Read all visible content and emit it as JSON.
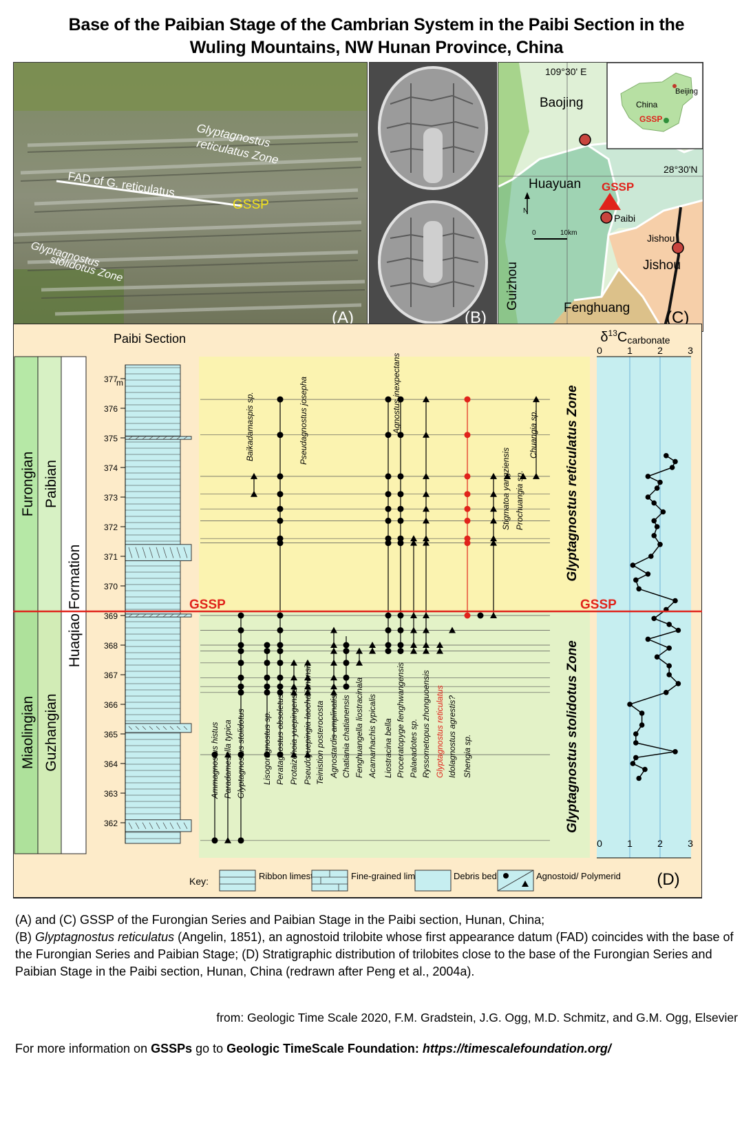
{
  "title": {
    "line1": "Base of the Paibian Stage of the Cambrian System in the Paibi Section in the",
    "line2": "Wuling Mountains, NW Hunan Province, China"
  },
  "panel_a": {
    "tag": "(A)",
    "label_upper_zone_1": "Glyptagnostus",
    "label_upper_zone_2": "reticulatus Zone",
    "label_fad": "FAD of G. reticulatus",
    "label_gssp": "GSSP",
    "label_lower_zone_1": "Glyptagnostus",
    "label_lower_zone_2": "stolidotus Zone"
  },
  "panel_b": {
    "tag": "(B)"
  },
  "panel_c": {
    "tag": "(C)",
    "lon": "109°30' E",
    "lat": "28°30'N",
    "regions": [
      "Baojing",
      "Huayuan",
      "Jishou",
      "Guizhou",
      "Fenghuang"
    ],
    "towns": [
      "Paibi",
      "Jishou"
    ],
    "gssp": "GSSP",
    "north": "N",
    "scale_0": "0",
    "scale_10": "10km",
    "inset_china": "China",
    "inset_beijing": "Beijing",
    "inset_gssp": "GSSP"
  },
  "panel_d": {
    "tag": "(D)",
    "section_title": "Paibi Section",
    "series_upper": "Furongian",
    "series_lower": "Miaolingian",
    "stage_upper": "Paibian",
    "stage_lower": "Guzhangian",
    "formation": "Huaqiao Formation",
    "meter_unit": "m",
    "depth_ticks": [
      "377",
      "376",
      "375",
      "374",
      "373",
      "372",
      "371",
      "370",
      "369",
      "368",
      "367",
      "366",
      "365",
      "364",
      "363",
      "362"
    ],
    "gssp_label": "GSSP",
    "zone_upper": "Glyptagnostus reticulatus Zone",
    "zone_lower": "Glyptagnostus stolidotus Zone",
    "isotope_title_prefix": "δ",
    "isotope_title_sup": "13",
    "isotope_title_main": "C",
    "isotope_title_sub": "carbonate",
    "isotope_ticks": [
      "0",
      "1",
      "2",
      "3"
    ],
    "taxa_lower": [
      "Ammagnostus histus",
      "Paradamesella typica",
      "Glyptagnostus stolidotus",
      "Lisogoragnostus sp.",
      "Peratagnostus obsoletus",
      "Protaizehoia yuepingensis",
      "Pseudoyuepingia laochatianensis",
      "Teinistion posterocosta",
      "Agnostardis amplinatis",
      "Chatiania chatianensis",
      "Fenghuangella liostracinala",
      "Acamarhachis typicalis",
      "Liostracina bella",
      "Proceratopyge fenghwangensis",
      "Palaeadotes sp.",
      "Ryssometopus zhonguoensis",
      "Glyptagnostus reticulatus",
      "Idolagnostus agrestis?",
      "Shengia sp."
    ],
    "taxa_upper": [
      "Baikadamaspis sp.",
      "Pseudagnostus josepha",
      "Agnostus inexpectans",
      "Stigmatoa yangziensis",
      "Prochuangia sp.",
      "Chuangia sp."
    ],
    "key_title": "Key:",
    "key_items": [
      "Ribbon limestone",
      "Fine-grained limestone",
      "Debris bed",
      "Agnostoid/ Polymerid"
    ],
    "isotope_data": [
      {
        "depth": 374.4,
        "d13c": 2.2
      },
      {
        "depth": 374.2,
        "d13c": 2.5
      },
      {
        "depth": 374.0,
        "d13c": 2.4
      },
      {
        "depth": 373.7,
        "d13c": 1.6
      },
      {
        "depth": 373.5,
        "d13c": 2.0
      },
      {
        "depth": 373.3,
        "d13c": 1.9
      },
      {
        "depth": 373.0,
        "d13c": 1.6
      },
      {
        "depth": 372.8,
        "d13c": 1.8
      },
      {
        "depth": 372.5,
        "d13c": 2.1
      },
      {
        "depth": 372.2,
        "d13c": 1.8
      },
      {
        "depth": 372.0,
        "d13c": 1.9
      },
      {
        "depth": 371.7,
        "d13c": 1.8
      },
      {
        "depth": 371.4,
        "d13c": 2.0
      },
      {
        "depth": 371.0,
        "d13c": 1.7
      },
      {
        "depth": 370.7,
        "d13c": 1.1
      },
      {
        "depth": 370.4,
        "d13c": 1.6
      },
      {
        "depth": 370.2,
        "d13c": 1.2
      },
      {
        "depth": 369.9,
        "d13c": 1.3
      },
      {
        "depth": 369.5,
        "d13c": 2.5
      },
      {
        "depth": 369.2,
        "d13c": 2.2
      },
      {
        "depth": 368.9,
        "d13c": 1.8
      },
      {
        "depth": 368.7,
        "d13c": 2.3
      },
      {
        "depth": 368.5,
        "d13c": 2.6
      },
      {
        "depth": 368.2,
        "d13c": 1.6
      },
      {
        "depth": 367.9,
        "d13c": 2.3
      },
      {
        "depth": 367.6,
        "d13c": 1.9
      },
      {
        "depth": 367.3,
        "d13c": 2.3
      },
      {
        "depth": 367.0,
        "d13c": 2.3
      },
      {
        "depth": 366.7,
        "d13c": 2.6
      },
      {
        "depth": 366.4,
        "d13c": 2.2
      },
      {
        "depth": 366.0,
        "d13c": 1.0
      },
      {
        "depth": 365.7,
        "d13c": 1.4
      },
      {
        "depth": 365.3,
        "d13c": 1.4
      },
      {
        "depth": 365.0,
        "d13c": 1.2
      },
      {
        "depth": 364.7,
        "d13c": 1.2
      },
      {
        "depth": 364.4,
        "d13c": 2.5
      },
      {
        "depth": 364.2,
        "d13c": 1.2
      },
      {
        "depth": 364.0,
        "d13c": 1.1
      },
      {
        "depth": 363.8,
        "d13c": 1.5
      },
      {
        "depth": 363.5,
        "d13c": 1.3
      }
    ]
  },
  "caption": {
    "line_a_c": "(A) and (C) GSSP of the Furongian Series and Paibian Stage in the Paibi section, Hunan, China;",
    "b_prefix": "(B) ",
    "b_species": "Glyptagnostus reticulatus",
    "b_rest": " (Angelin, 1851), an agnostoid trilobite whose first appearance datum (FAD) coincides with the base of the Furongian Series and Paibian Stage; (D) Stratigraphic distribution of trilobites close to the base of the Furongian Series and Paibian Stage in the Paibi section, Hunan, China (redrawn after Peng et al., 2004a)."
  },
  "credit": "from: Geologic Time Scale 2020, F.M. Gradstein, J.G. Ogg, M.D. Schmitz, and G.M. Ogg, Elsevier",
  "footer": {
    "prefix": "For more information on ",
    "gssps": "GSSPs",
    "middle": " go to ",
    "foundation": "Geologic TimeScale Foundation: ",
    "url": "https://timescalefoundation.org/"
  }
}
